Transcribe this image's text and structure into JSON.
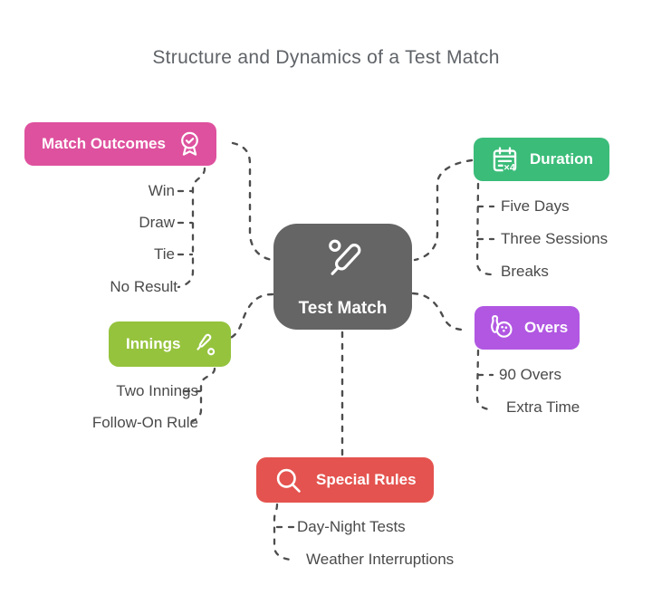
{
  "title": "Structure and Dynamics of a Test Match",
  "colors": {
    "connector": "#4d4d4d",
    "child_text": "#4a4a4a",
    "title_text": "#5f6368",
    "node_text": "#ffffff"
  },
  "center": {
    "label": "Test Match",
    "icon": "cricket-bat-ball-icon",
    "color": "#656565"
  },
  "branches": [
    {
      "label": "Match Outcomes",
      "icon": "award-medal-icon",
      "color": "#de519e",
      "children": [
        "Win",
        "Draw",
        "Tie",
        "No Result"
      ]
    },
    {
      "label": "Duration",
      "icon": "calendar-x4-icon",
      "icon_badge": "×4",
      "color": "#3bbc79",
      "children": [
        "Five Days",
        "Three Sessions",
        "Breaks"
      ]
    },
    {
      "label": "Innings",
      "icon": "baseball-bat-ball-icon",
      "color": "#95c33d",
      "children": [
        "Two Innings",
        "Follow-On Rule"
      ]
    },
    {
      "label": "Overs",
      "icon": "bowling-pin-ball-icon",
      "color": "#b157e2",
      "children": [
        "90 Overs",
        "Extra Time"
      ]
    },
    {
      "label": "Special Rules",
      "icon": "magnifier-icon",
      "color": "#e4534f",
      "children": [
        "Day-Night Tests",
        "Weather Interruptions"
      ]
    }
  ]
}
